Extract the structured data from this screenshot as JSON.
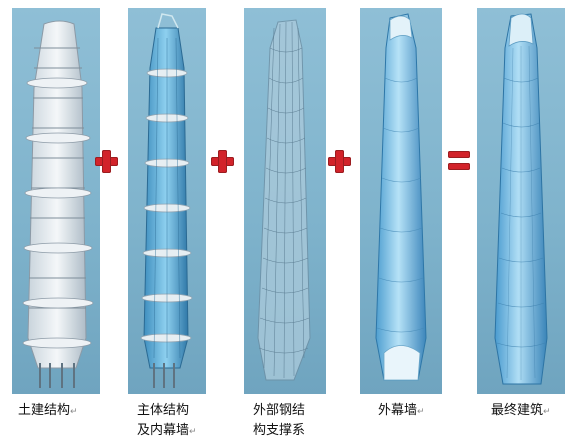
{
  "captions": [
    {
      "line1": "土建结构",
      "line2": ""
    },
    {
      "line1": "主体结构",
      "line2": "及内幕墙"
    },
    {
      "line1": "外部钢结",
      "line2": "构支撑系"
    },
    {
      "line1": "外幕墙",
      "line2": ""
    },
    {
      "line1": "最终建筑",
      "line2": ""
    }
  ],
  "return_mark": "↵",
  "operators": [
    "plus",
    "plus",
    "plus",
    "equals"
  ],
  "colors": {
    "panel_bg": "#8fbfd6",
    "operator": "#d2232a",
    "caption_text": "#111111"
  },
  "icons": [
    "plus-icon",
    "equals-icon"
  ]
}
